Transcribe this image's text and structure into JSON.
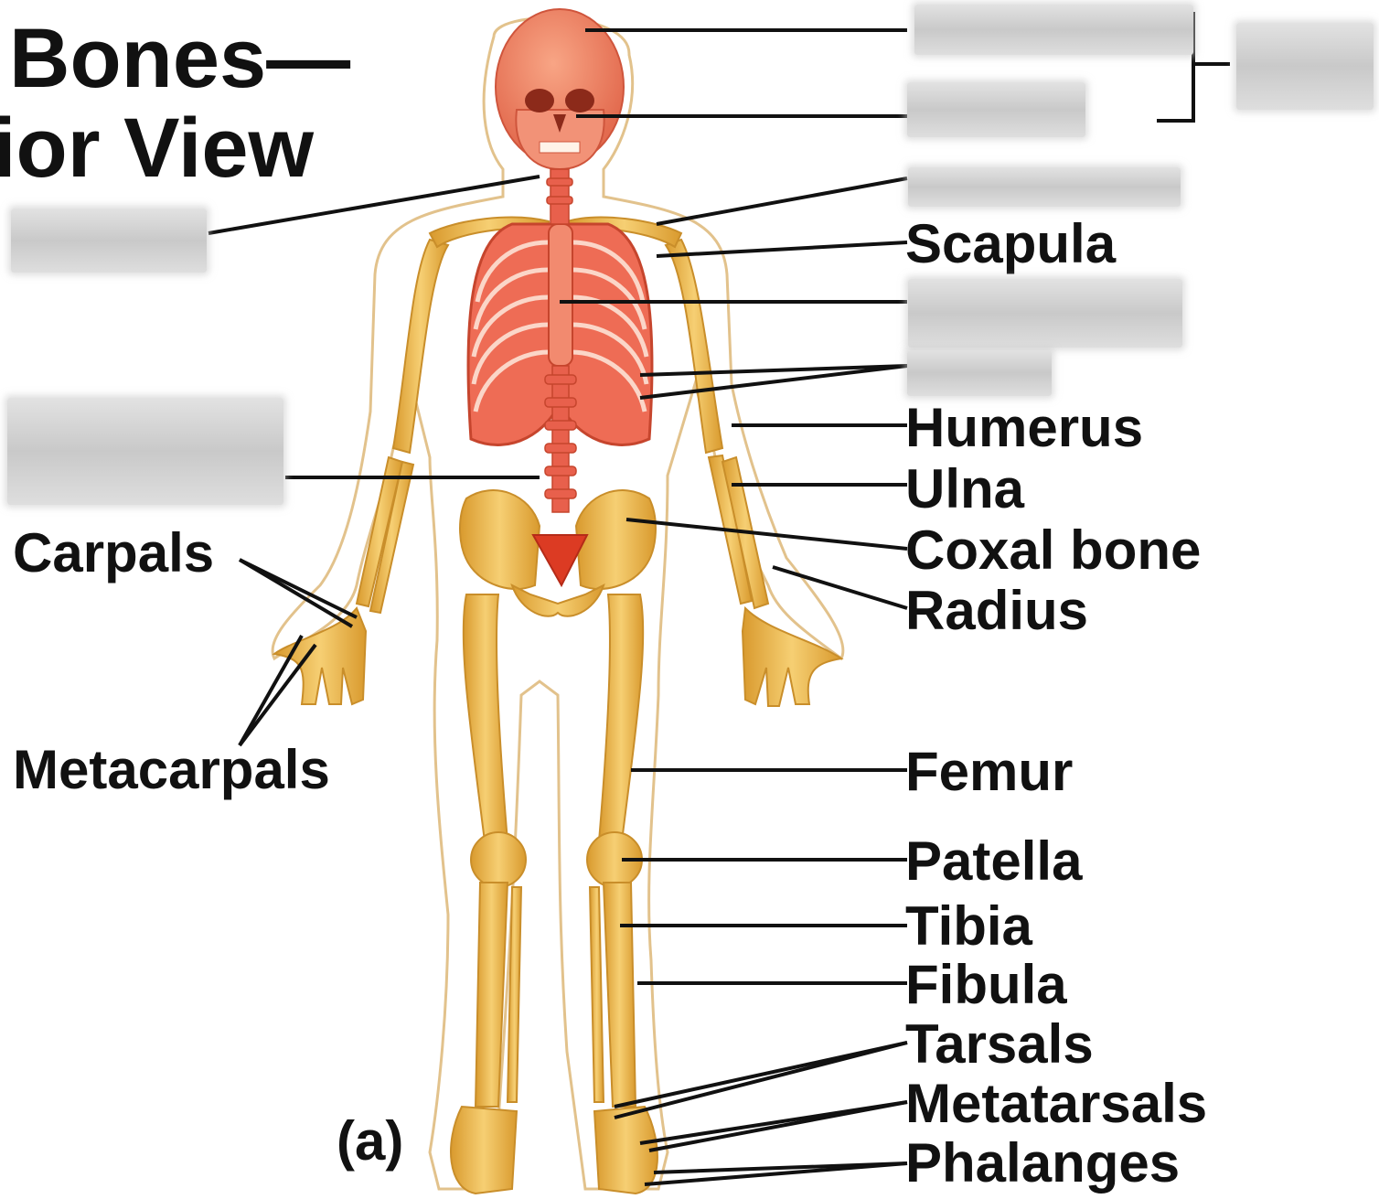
{
  "title": {
    "line1": "Bones—",
    "line2": "ior View"
  },
  "panel_label": "(a)",
  "labels": {
    "scapula": "Scapula",
    "humerus": "Humerus",
    "ulna": "Ulna",
    "coxal_bone": "Coxal bone",
    "radius": "Radius",
    "femur": "Femur",
    "patella": "Patella",
    "tibia": "Tibia",
    "fibula": "Fibula",
    "tarsals": "Tarsals",
    "metatarsals": "Metatarsals",
    "phalanges": "Phalanges",
    "carpals": "Carpals",
    "metacarpals": "Metacarpals"
  },
  "colors": {
    "axial": "#e8604c",
    "appendicular": "#e9b54a",
    "outline": "#e0c08a",
    "leader": "#111111"
  }
}
